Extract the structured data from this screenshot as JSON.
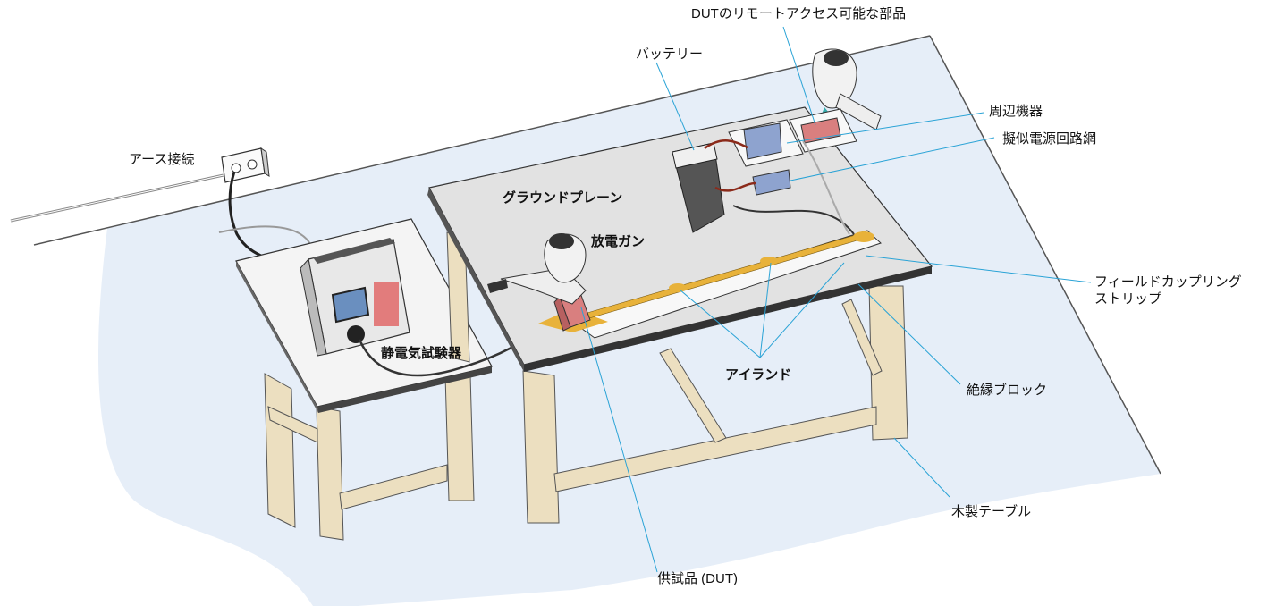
{
  "labels": {
    "dut_remote": "DUTのリモートアクセス可能な部品",
    "battery": "バッテリー",
    "peripheral": "周辺機器",
    "lisn": "擬似電源回路網",
    "earth": "アース接続",
    "ground_plane": "グラウンドプレーン",
    "discharge_gun": "放電ガン",
    "field_strip_line1": "フィールドカップリング",
    "field_strip_line2": "ストリップ",
    "esd_tester": "静電気試験器",
    "islands": "アイランド",
    "insulating_block": "絶縁ブロック",
    "wooden_table": "木製テーブル",
    "dut": "供試品 (DUT)"
  },
  "colors": {
    "floor": "#e6eef8",
    "table_wood": "#ecdfc0",
    "ground_plane": "#e2e2e2",
    "island_copper": "#e8b23a",
    "device_red": "#d97f7f",
    "peripheral_blue": "#8ea3cf",
    "leader_line": "#2aa3d6",
    "cable": "#333333"
  }
}
